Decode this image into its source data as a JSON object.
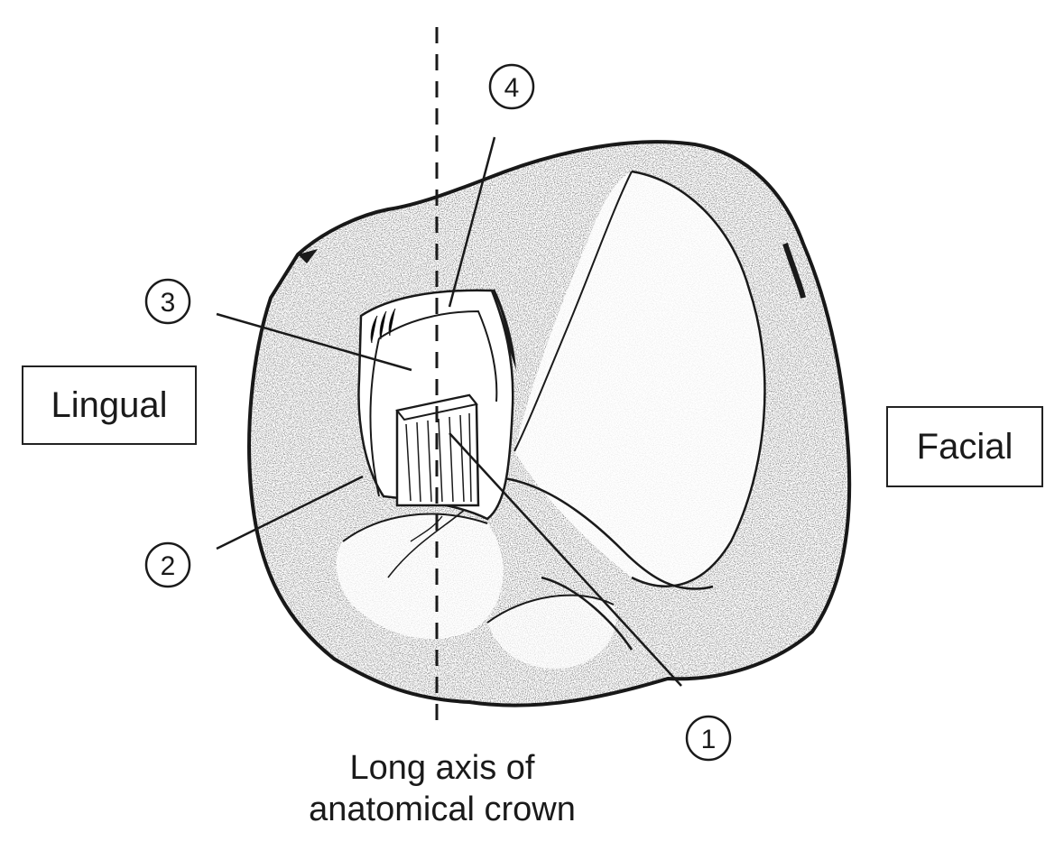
{
  "labels": {
    "lingual": "Lingual",
    "facial": "Facial",
    "axis_line1": "Long axis of",
    "axis_line2": "anatomical crown"
  },
  "callouts": [
    "1",
    "2",
    "3",
    "4"
  ],
  "colors": {
    "ink": "#1a1a1a",
    "background": "#ffffff"
  }
}
